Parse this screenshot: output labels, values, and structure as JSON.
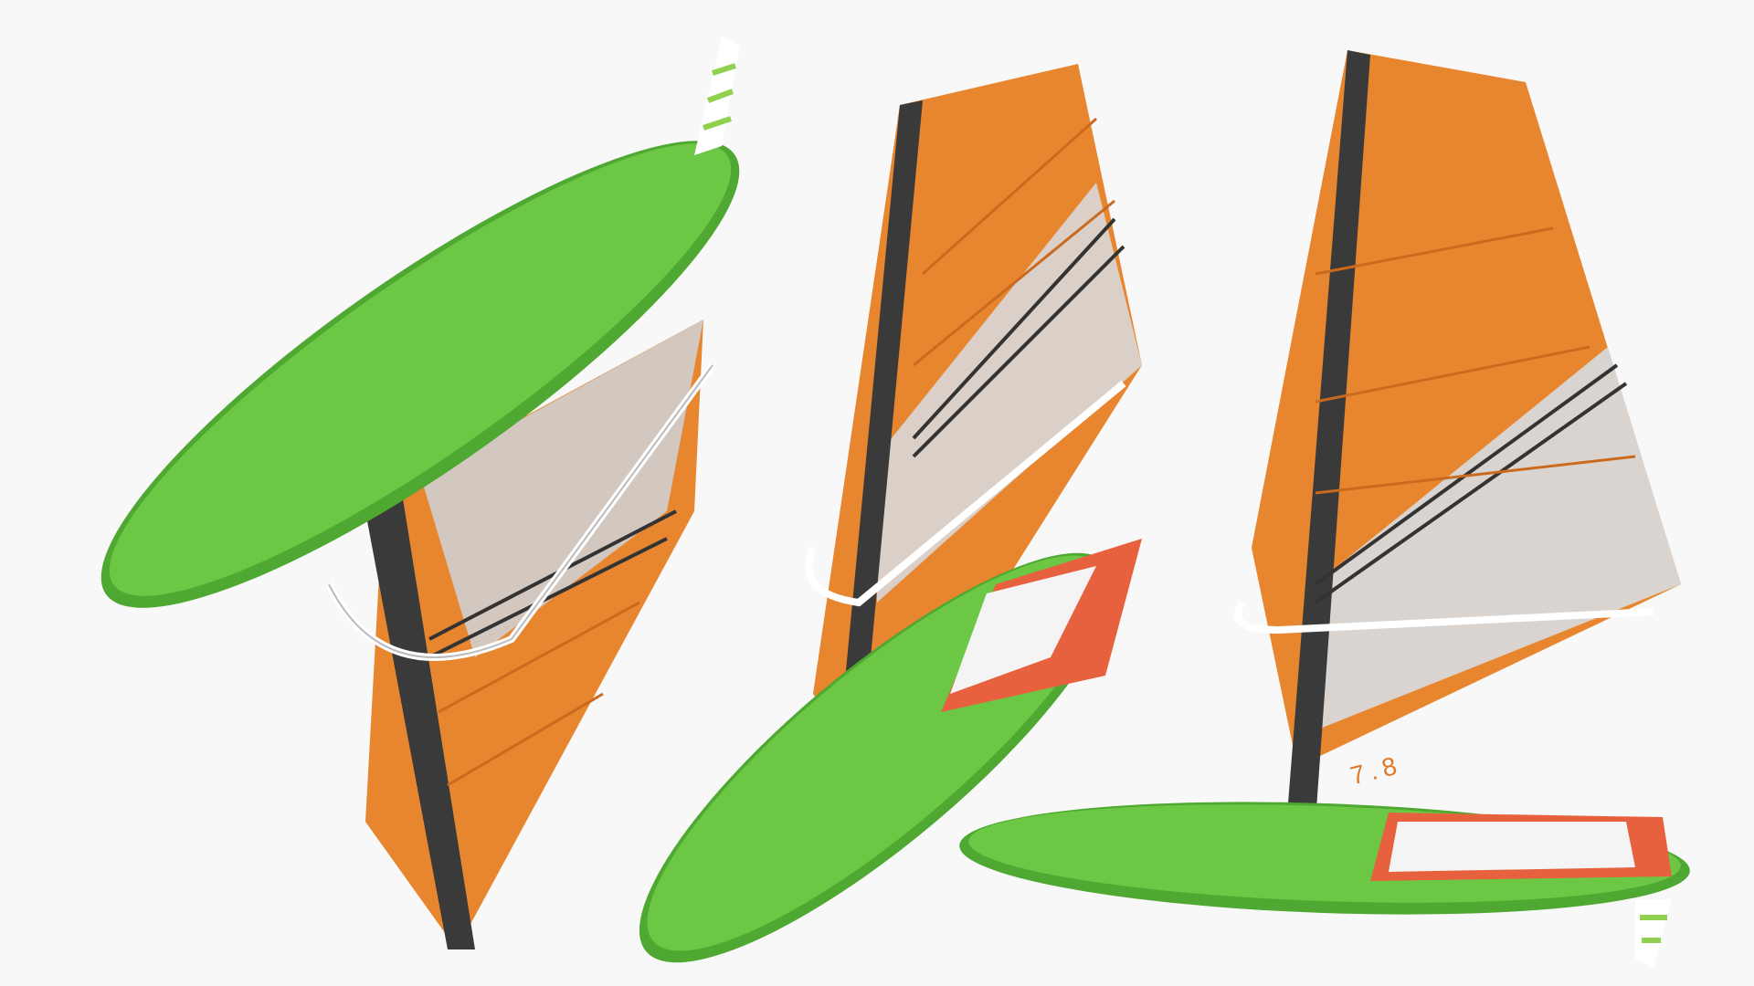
{
  "scene": {
    "description": "Three windsurf board and sail rigs rendered on a light background",
    "background_color": "#f8f8f8",
    "colors": {
      "board_green": "#6cc744",
      "board_green_dark": "#4fa831",
      "sail_orange": "#e8862f",
      "sail_orange_light": "#f29a45",
      "sail_dark": "#3a3a3a",
      "sail_panel_grey": "#d8d8d8",
      "deck_red": "#e8613f",
      "deck_pad_white": "#f4f4f4",
      "fin_stripe": "#8fd14f"
    },
    "rigs": [
      {
        "name": "rig-left",
        "view": "board flipped above sail, fin up"
      },
      {
        "name": "rig-middle",
        "view": "sail upright, board angled below"
      },
      {
        "name": "rig-right",
        "view": "sail upright, board horizontal with fin"
      }
    ],
    "sail_size_label": "7.8"
  }
}
